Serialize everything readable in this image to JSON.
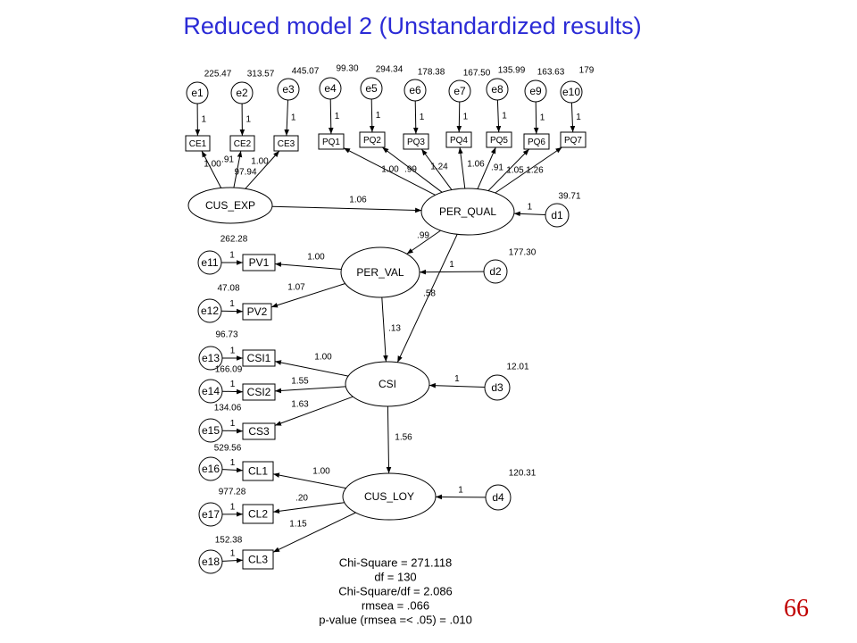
{
  "title": "Reduced model 2 (Unstandardized results)",
  "page_number": "66",
  "observed": [
    {
      "id": "CE1",
      "label": "CE1"
    },
    {
      "id": "CE2",
      "label": "CE2"
    },
    {
      "id": "CE3",
      "label": "CE3"
    },
    {
      "id": "PQ1",
      "label": "PQ1"
    },
    {
      "id": "PQ2",
      "label": "PQ2"
    },
    {
      "id": "PQ3",
      "label": "PQ3"
    },
    {
      "id": "PQ4",
      "label": "PQ4"
    },
    {
      "id": "PQ5",
      "label": "PQ5"
    },
    {
      "id": "PQ6",
      "label": "PQ6"
    },
    {
      "id": "PQ7",
      "label": "PQ7"
    },
    {
      "id": "PV1",
      "label": "PV1"
    },
    {
      "id": "PV2",
      "label": "PV2"
    },
    {
      "id": "CSI1",
      "label": "CSI1"
    },
    {
      "id": "CSI2",
      "label": "CSI2"
    },
    {
      "id": "CS3",
      "label": "CS3"
    },
    {
      "id": "CL1",
      "label": "CL1"
    },
    {
      "id": "CL2",
      "label": "CL2"
    },
    {
      "id": "CL3",
      "label": "CL3"
    }
  ],
  "latents": [
    {
      "id": "CUS_EXP",
      "label": "CUS_EXP"
    },
    {
      "id": "PER_QUAL",
      "label": "PER_QUAL"
    },
    {
      "id": "PER_VAL",
      "label": "PER_VAL"
    },
    {
      "id": "CSI",
      "label": "CSI"
    },
    {
      "id": "CUS_LOY",
      "label": "CUS_LOY"
    }
  ],
  "errors": [
    {
      "id": "e1",
      "label": "e1",
      "variance": "225.47"
    },
    {
      "id": "e2",
      "label": "e2",
      "variance": "313.57"
    },
    {
      "id": "e3",
      "label": "e3",
      "variance": "445.07"
    },
    {
      "id": "e4",
      "label": "e4",
      "variance": "99.30"
    },
    {
      "id": "e5",
      "label": "e5",
      "variance": "294.34"
    },
    {
      "id": "e6",
      "label": "e6",
      "variance": "178.38"
    },
    {
      "id": "e7",
      "label": "e7",
      "variance": "167.50"
    },
    {
      "id": "e8",
      "label": "e8",
      "variance": "135.99"
    },
    {
      "id": "e9",
      "label": "e9",
      "variance": "163.63"
    },
    {
      "id": "e10",
      "label": "e10",
      "variance": "179"
    },
    {
      "id": "e11",
      "label": "e11",
      "variance": "262.28"
    },
    {
      "id": "e12",
      "label": "e12",
      "variance": "47.08"
    },
    {
      "id": "e13",
      "label": "e13",
      "variance": "96.73"
    },
    {
      "id": "e14",
      "label": "e14",
      "variance": "166.09"
    },
    {
      "id": "e15",
      "label": "e15",
      "variance": "134.06"
    },
    {
      "id": "e16",
      "label": "e16",
      "variance": "529.56"
    },
    {
      "id": "e17",
      "label": "e17",
      "variance": "977.28"
    },
    {
      "id": "e18",
      "label": "e18",
      "variance": "152.38"
    }
  ],
  "disturbances": [
    {
      "id": "d1",
      "label": "d1",
      "variance": "39.71"
    },
    {
      "id": "d2",
      "label": "d2",
      "variance": "177.30"
    },
    {
      "id": "d3",
      "label": "d3",
      "variance": "12.01"
    },
    {
      "id": "d4",
      "label": "d4",
      "variance": "120.31"
    }
  ],
  "error_path_label": "1",
  "loadings": {
    "CUS_EXP": [
      {
        "to": "CE1",
        "value": "1.00"
      },
      {
        "to": "CE2",
        "value": ".91"
      },
      {
        "to": "CE3",
        "value": "1.00"
      }
    ],
    "PER_QUAL": [
      {
        "to": "PQ1",
        "value": "1.00"
      },
      {
        "to": "PQ2",
        "value": ".99"
      },
      {
        "to": "PQ3",
        "value": "1.24"
      },
      {
        "to": "PQ4",
        "value": "1.06"
      },
      {
        "to": "PQ5",
        "value": ".91"
      },
      {
        "to": "PQ6",
        "value": "1.05"
      },
      {
        "to": "PQ7",
        "value": "1.26"
      }
    ],
    "PER_VAL": [
      {
        "to": "PV1",
        "value": "1.00"
      },
      {
        "to": "PV2",
        "value": "1.07"
      }
    ],
    "CSI": [
      {
        "to": "CSI1",
        "value": "1.00"
      },
      {
        "to": "CSI2",
        "value": "1.55"
      },
      {
        "to": "CS3",
        "value": "1.63"
      }
    ],
    "CUS_LOY": [
      {
        "to": "CL1",
        "value": "1.00"
      },
      {
        "to": "CL2",
        "value": ".20"
      },
      {
        "to": "CL3",
        "value": "1.15"
      }
    ]
  },
  "structural": [
    {
      "from": "CUS_EXP",
      "to": "PER_QUAL",
      "value": "1.06"
    },
    {
      "from": "PER_QUAL",
      "to": "PER_VAL",
      "value": ".99"
    },
    {
      "from": "PER_QUAL",
      "to": "CSI",
      "value": ".58"
    },
    {
      "from": "PER_VAL",
      "to": "CSI",
      "value": ".13"
    },
    {
      "from": "CSI",
      "to": "CUS_LOY",
      "value": "1.56"
    }
  ],
  "extra_labels": [
    "97.94"
  ],
  "fit": [
    "Chi-Square = 271.118",
    "df = 130",
    "Chi-Square/df  =  2.086",
    "rmsea = .066",
    "p-value (rmsea =< .05) = .010"
  ]
}
